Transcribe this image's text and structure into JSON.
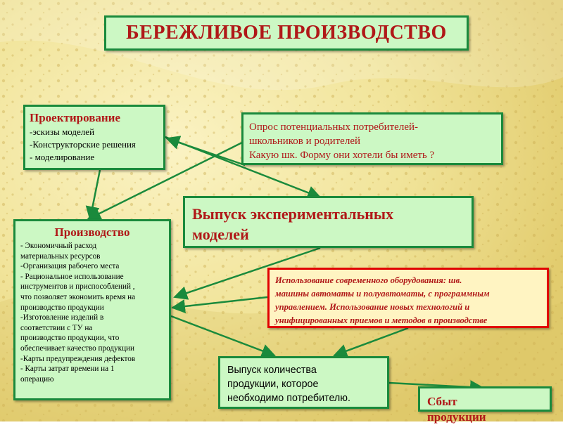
{
  "title": "БЕРЕЖЛИВОЕ ПРОИЗВОДСТВО",
  "nodes": {
    "design": {
      "heading": "Проектирование",
      "lines": [
        "-эскизы моделей",
        "-Конструкторские решения",
        "- моделирование"
      ]
    },
    "survey": {
      "lines": [
        "Опрос потенциальных потребителей-",
        "школьников и родителей",
        "Какую шк. Форму они хотели бы иметь ?"
      ]
    },
    "release": {
      "lines": [
        "Выпуск экспериментальных",
        "моделей"
      ]
    },
    "production": {
      "heading": "Производство",
      "lines": [
        "- Экономичный расход",
        "материальных ресурсов",
        "-Организация рабочего места",
        "- Рациональное использование",
        "инструментов и  приспособлений ,",
        "что позволяет экономить время на",
        "производство продукции",
        "-Изготовление изделий в",
        "соответствии с ТУ на",
        "производство продукции, что",
        "обеспечивает качество продукции",
        "-Карты предупреждения дефектов",
        "- Карты затрат времени на 1",
        "операцию"
      ]
    },
    "modern": {
      "lines": [
        "Использование современного оборудования:  шв.",
        "машины автоматы и полуавтоматы, с программным",
        "управлением. Использование новых технологий и",
        "унифицированных приемов и методов в производстве"
      ]
    },
    "quantity": {
      "lines": [
        "Выпуск количества",
        "продукции, которое",
        "необходимо потребителю."
      ]
    },
    "sales": {
      "lines": [
        "Сбыт",
        "продукции"
      ]
    }
  },
  "colors": {
    "box_fill": "#ccf8c4",
    "box_border": "#1a8a3c",
    "arrow": "#1a8a3c",
    "heading_text": "#b01818",
    "highlight_border": "#e10000",
    "highlight_fill": "#fff4c2",
    "background": "#f2e7a4"
  }
}
